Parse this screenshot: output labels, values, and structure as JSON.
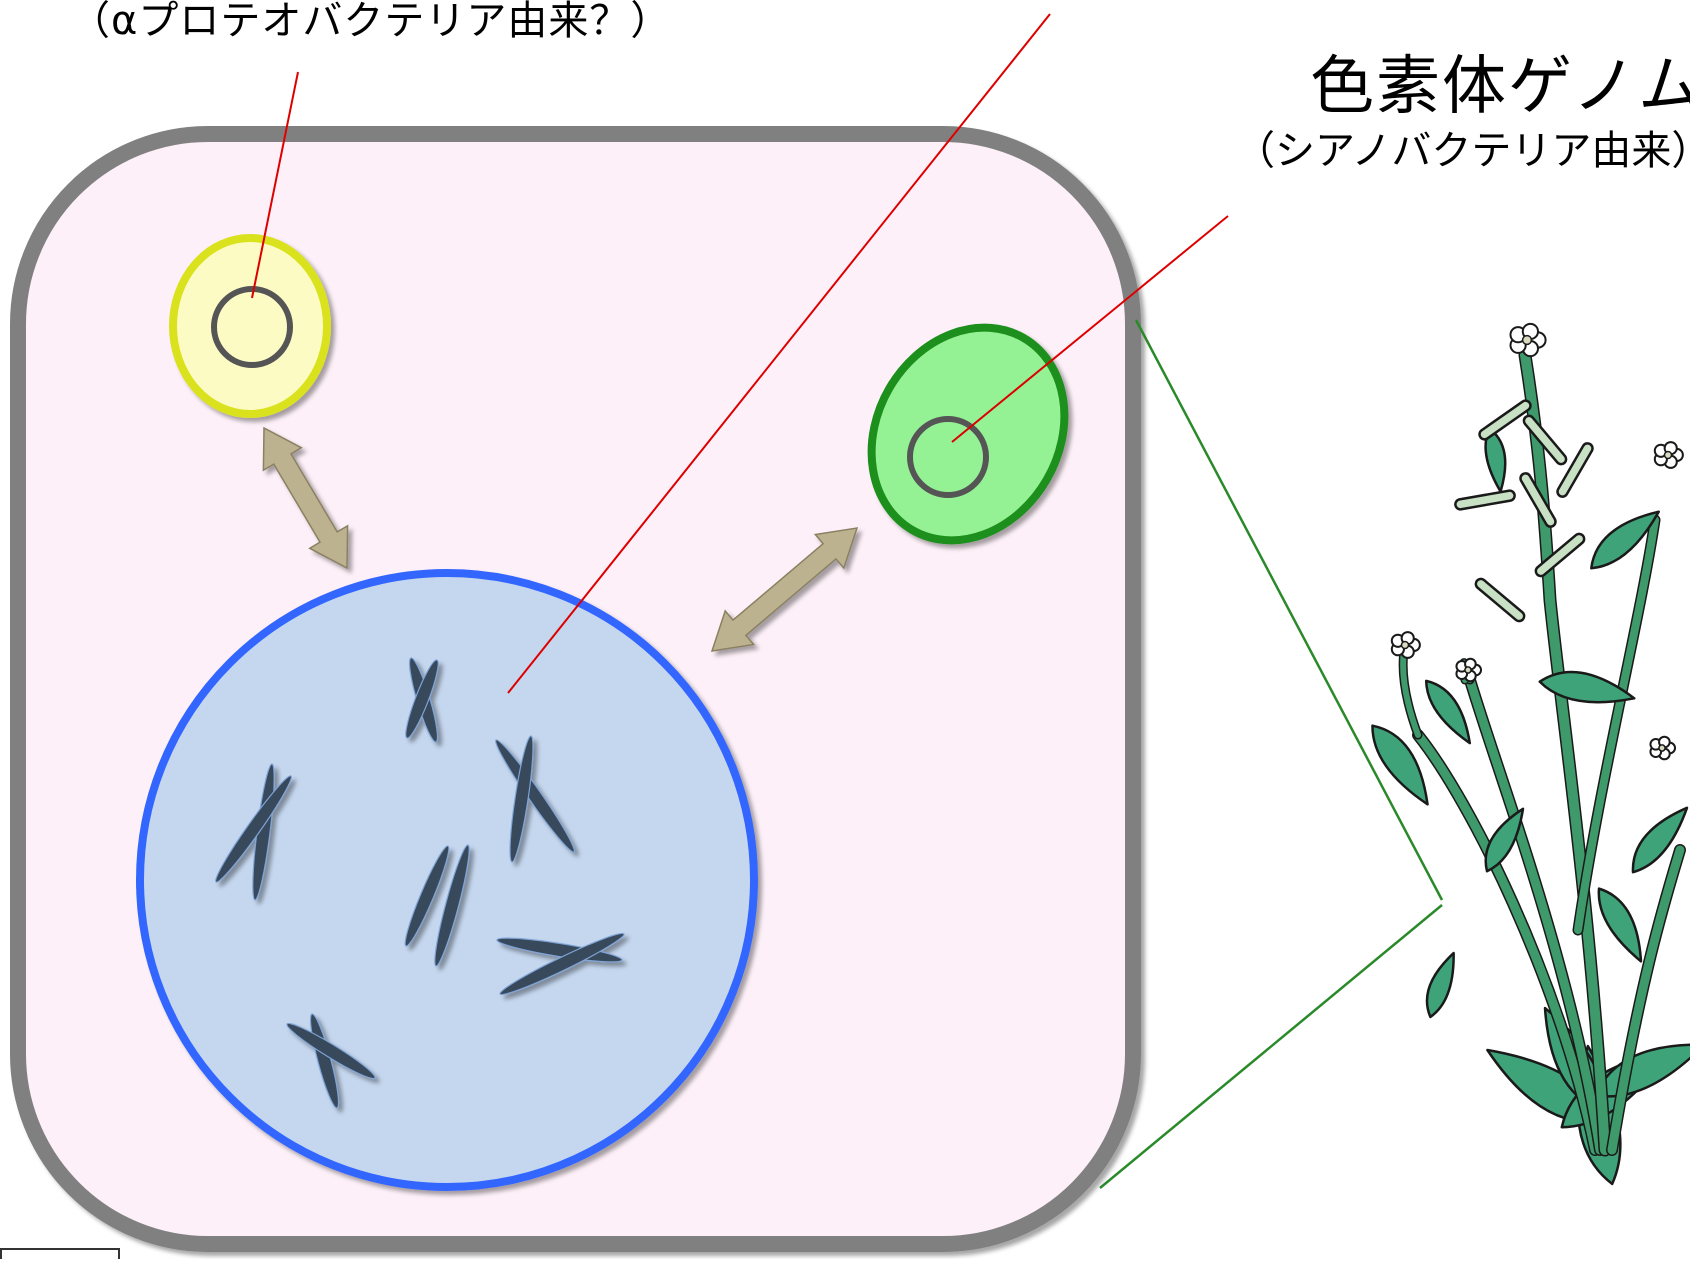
{
  "labels": {
    "mitochondria_origin": "（αプロテオバクテリア由来？）",
    "plastid_genome": "色素体ゲノム",
    "plastid_origin": "（シアノバクテリア由来）"
  },
  "colors": {
    "cell_border": "#808080",
    "cytoplasm": "#fdf0f8",
    "mito_outer": "#d9e21f",
    "mito_fill": "#fdfbc4",
    "plastid_outer": "#1f8f1f",
    "plastid_fill": "#94f294",
    "nucleus_border": "#3366ff",
    "nucleus_fill": "#c5d7ef",
    "chromosome": "#38485c",
    "arrow": "#bdb28f",
    "pointer_red": "#dd0000",
    "pointer_green": "#2a8a2a",
    "leaf": "#3fa37a",
    "stem": "#3e9a6a"
  },
  "icons": [
    "double-arrow-icon",
    "chromosome-icon",
    "plant-illustration"
  ]
}
